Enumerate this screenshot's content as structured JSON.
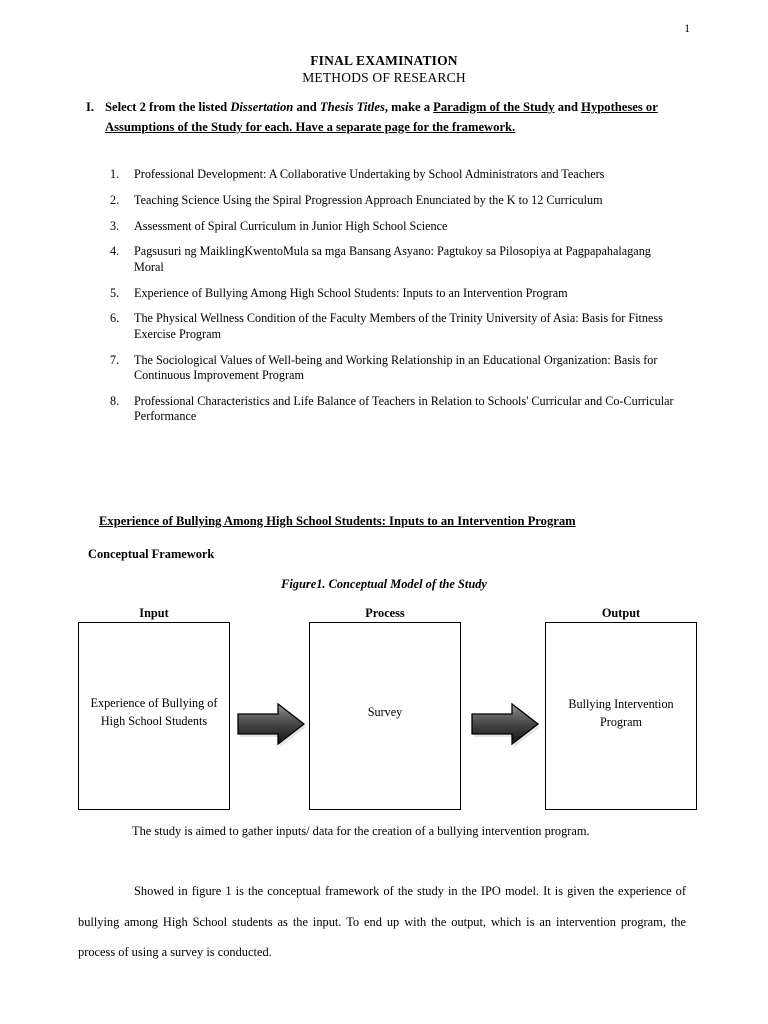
{
  "page": {
    "page_number": "1"
  },
  "header": {
    "title": "FINAL EXAMINATION",
    "subtitle": "METHODS OF RESEARCH"
  },
  "instruction": {
    "numeral": "I.",
    "part_1": "Select 2 from the listed ",
    "italic_1": "Dissertation",
    "part_2": " and ",
    "italic_2": "Thesis Titles",
    "part_3": ", make a ",
    "underline_1": "Paradigm of the Study",
    "part_4": " and ",
    "underline_2": "Hypotheses or Assumptions of the Study for each. Have a separate page for the framework."
  },
  "titles_list": [
    {
      "num": "1.",
      "text": "Professional Development: A Collaborative Undertaking by School Administrators and Teachers"
    },
    {
      "num": "2.",
      "text": "Teaching Science Using the Spiral Progression Approach Enunciated by the K to 12 Curriculum"
    },
    {
      "num": "3.",
      "text": "Assessment of Spiral Curriculum in Junior High School Science"
    },
    {
      "num": "4.",
      "text": "Pagsusuri ng MaiklingKwentoMula sa mga Bansang Asyano: Pagtukoy sa Pilosopiya at Pagpapahalagang Moral"
    },
    {
      "num": "5.",
      "text": "Experience of Bullying Among High School Students: Inputs to an Intervention Program"
    },
    {
      "num": "6.",
      "text": "The Physical Wellness Condition of the Faculty Members of the Trinity University of Asia: Basis for Fitness Exercise Program"
    },
    {
      "num": "7.",
      "text": "The Sociological Values of Well-being and Working Relationship in an Educational Organization: Basis for Continuous Improvement Program"
    },
    {
      "num": "8.",
      "text": "Professional Characteristics and Life Balance of Teachers in Relation to Schools' Curricular and Co-Curricular Performance"
    }
  ],
  "study": {
    "heading": "Experience of Bullying Among High School Students: Inputs to an Intervention Program",
    "framework_label": "Conceptual Framework",
    "figure_caption": "Figure1.   Conceptual Model of the Study"
  },
  "diagram": {
    "type": "IPO",
    "columns": [
      {
        "label": "Input",
        "box_text": "Experience of Bullying of High School Students"
      },
      {
        "label": "Process",
        "box_text": "Survey"
      },
      {
        "label": "Output",
        "box_text": "Bullying Intervention Program"
      }
    ],
    "arrows": [
      {
        "name": "arrow-input-to-process",
        "direction": "right"
      },
      {
        "name": "arrow-process-to-output",
        "direction": "right"
      }
    ],
    "colors": {
      "box_border": "#000000",
      "box_fill": "#ffffff",
      "arrow_light": "#9a9a9a",
      "arrow_dark": "#1c1c1c",
      "arrow_outline": "#000000"
    }
  },
  "body": {
    "paragraph_1": "The study is aimed to gather inputs/ data for the creation of a bullying intervention program.",
    "paragraph_2": "Showed in figure 1 is the conceptual framework of the study in the IPO model. It is given the experience of bullying among High School students as the input. To end up with the output, which is an intervention program, the process of using a survey is conducted."
  }
}
